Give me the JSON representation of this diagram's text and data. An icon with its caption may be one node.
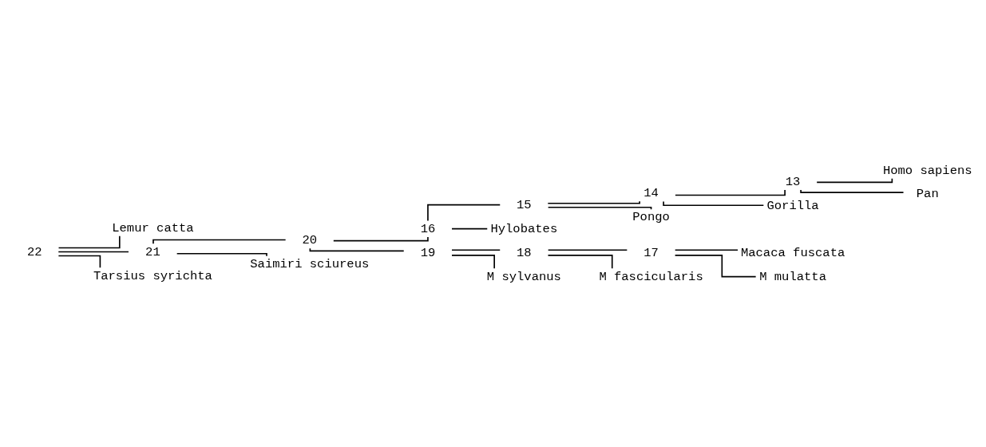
{
  "diagram": {
    "nodes": [
      {
        "text": [
          "22"
        ]
      },
      {
        "text": [
          "Lemur catta"
        ]
      },
      {
        "text": [
          "21"
        ]
      },
      {
        "text": [
          "20"
        ]
      },
      {
        "text": [
          "16"
        ]
      },
      {
        "text": [
          "15"
        ]
      },
      {
        "text": [
          "14"
        ]
      },
      {
        "text": [
          "13"
        ]
      },
      {
        "text": [
          "Homo sapiens"
        ]
      },
      {
        "text": [
          "Pan"
        ]
      },
      {
        "text": [
          "Gorilla"
        ]
      },
      {
        "text": [
          "Pongo"
        ]
      },
      {
        "text": [
          "Hylobates"
        ]
      },
      {
        "text": [
          "19"
        ]
      },
      {
        "text": [
          "18"
        ]
      },
      {
        "text": [
          "17"
        ]
      },
      {
        "text": [
          "Macaca fuscata"
        ]
      },
      {
        "text": [
          "M mulatta"
        ]
      },
      {
        "text": [
          "M fascicularis"
        ]
      },
      {
        "text": [
          "M sylvanus"
        ]
      },
      {
        "text": [
          "Saimiri sciureus"
        ]
      },
      {
        "text": [
          "Tarsius syrichta"
        ]
      }
    ],
    "edges": [
      {
        "from": 0,
        "to": 1,
        "arrow": "none"
      },
      {
        "from": 0,
        "to": 2,
        "arrow": "none"
      },
      {
        "from": 0,
        "to": 21,
        "arrow": "none"
      },
      {
        "from": 2,
        "to": 3,
        "arrow": "none"
      },
      {
        "from": 2,
        "to": 20,
        "arrow": "none"
      },
      {
        "from": 3,
        "to": 4,
        "arrow": "none"
      },
      {
        "from": 3,
        "to": 13,
        "arrow": "none"
      },
      {
        "from": 4,
        "to": 5,
        "arrow": "none"
      },
      {
        "from": 4,
        "to": 12,
        "arrow": "none"
      },
      {
        "from": 5,
        "to": 6,
        "arrow": "none"
      },
      {
        "from": 5,
        "to": 11,
        "arrow": "none"
      },
      {
        "from": 6,
        "to": 7,
        "arrow": "none"
      },
      {
        "from": 6,
        "to": 10,
        "arrow": "none"
      },
      {
        "from": 7,
        "to": 8,
        "arrow": "none"
      },
      {
        "from": 7,
        "to": 9,
        "arrow": "none"
      },
      {
        "from": 13,
        "to": 14,
        "arrow": "none"
      },
      {
        "from": 13,
        "to": 19,
        "arrow": "none"
      },
      {
        "from": 14,
        "to": 15,
        "arrow": "none"
      },
      {
        "from": 14,
        "to": 18,
        "arrow": "none"
      },
      {
        "from": 15,
        "to": 16,
        "arrow": "none"
      },
      {
        "from": 15,
        "to": 17,
        "arrow": "none"
      }
    ]
  }
}
